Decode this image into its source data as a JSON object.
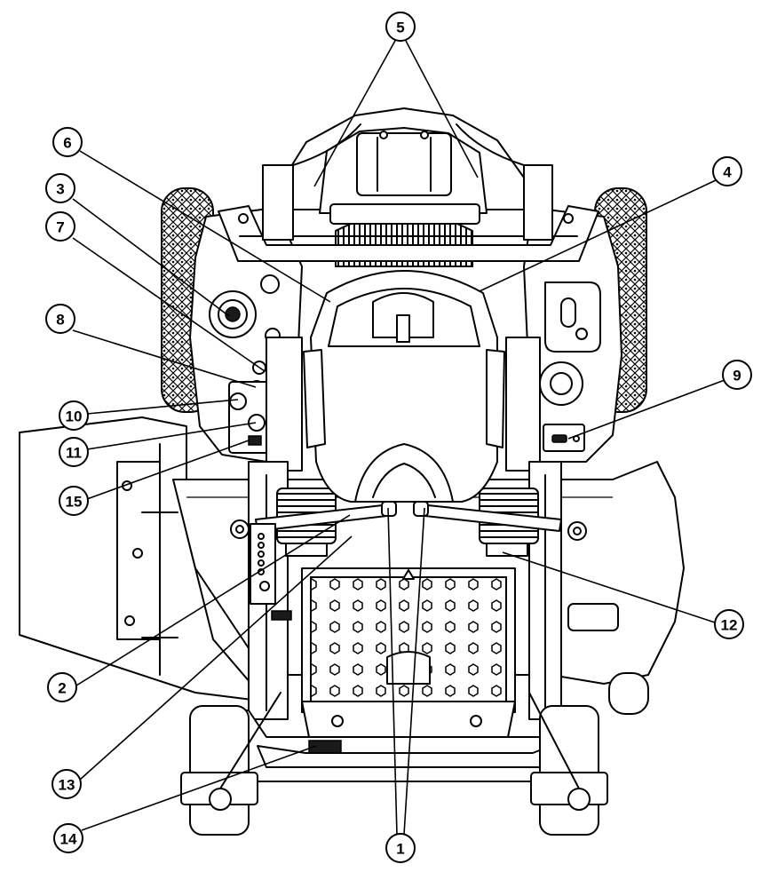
{
  "callouts": [
    {
      "id": "c5",
      "label": "5"
    },
    {
      "id": "c6",
      "label": "6"
    },
    {
      "id": "c4",
      "label": "4"
    },
    {
      "id": "c3",
      "label": "3"
    },
    {
      "id": "c7",
      "label": "7"
    },
    {
      "id": "c8",
      "label": "8"
    },
    {
      "id": "c9",
      "label": "9"
    },
    {
      "id": "c10",
      "label": "10"
    },
    {
      "id": "c11",
      "label": "11"
    },
    {
      "id": "c15",
      "label": "15"
    },
    {
      "id": "c12",
      "label": "12"
    },
    {
      "id": "c2",
      "label": "2"
    },
    {
      "id": "c13",
      "label": "13"
    },
    {
      "id": "c14",
      "label": "14"
    },
    {
      "id": "c1",
      "label": "1"
    }
  ]
}
